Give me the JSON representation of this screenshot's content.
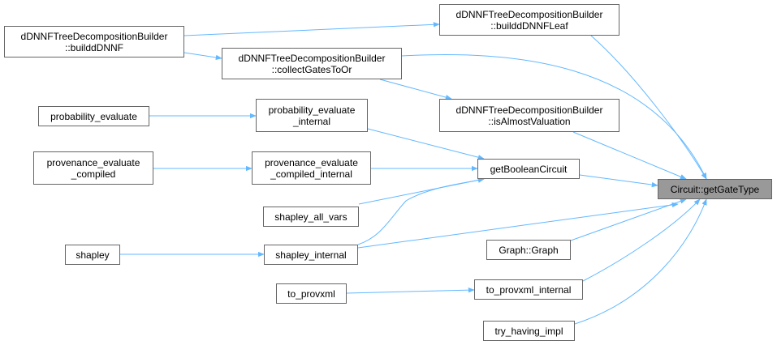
{
  "graph": {
    "type": "caller graph",
    "edge_color": "#63b8ff",
    "node_border_color": "#666666",
    "root_fill_color": "#999999",
    "nodes": {
      "root": {
        "lines": [
          "Circuit::getGateType"
        ]
      },
      "buildDNNFLeaf": {
        "lines": [
          "dDNNFTreeDecompositionBuilder",
          "::builddDNNFLeaf"
        ]
      },
      "buildDNNF": {
        "lines": [
          "dDNNFTreeDecompositionBuilder",
          "::builddDNNF"
        ]
      },
      "collectGatesToOr": {
        "lines": [
          "dDNNFTreeDecompositionBuilder",
          "::collectGatesToOr"
        ]
      },
      "isAlmostValuation": {
        "lines": [
          "dDNNFTreeDecompositionBuilder",
          "::isAlmostValuation"
        ]
      },
      "probability_evaluate": {
        "lines": [
          "probability_evaluate"
        ]
      },
      "probability_evaluate_internal": {
        "lines": [
          "probability_evaluate",
          "_internal"
        ]
      },
      "provenance_evaluate_compiled": {
        "lines": [
          "provenance_evaluate",
          "_compiled"
        ]
      },
      "provenance_evaluate_compiled_internal": {
        "lines": [
          "provenance_evaluate",
          "_compiled_internal"
        ]
      },
      "getBooleanCircuit": {
        "lines": [
          "getBooleanCircuit"
        ]
      },
      "shapley_all_vars": {
        "lines": [
          "shapley_all_vars"
        ]
      },
      "shapley": {
        "lines": [
          "shapley"
        ]
      },
      "shapley_internal": {
        "lines": [
          "shapley_internal"
        ]
      },
      "graph_graph": {
        "lines": [
          "Graph::Graph"
        ]
      },
      "to_provxml": {
        "lines": [
          "to_provxml"
        ]
      },
      "to_provxml_internal": {
        "lines": [
          "to_provxml_internal"
        ]
      },
      "try_having_impl": {
        "lines": [
          "try_having_impl"
        ]
      }
    },
    "edges": [
      [
        "buildDNNF",
        "buildDNNFLeaf"
      ],
      [
        "buildDNNF",
        "collectGatesToOr"
      ],
      [
        "collectGatesToOr",
        "isAlmostValuation"
      ],
      [
        "probability_evaluate",
        "probability_evaluate_internal"
      ],
      [
        "probability_evaluate_internal",
        "getBooleanCircuit"
      ],
      [
        "provenance_evaluate_compiled",
        "provenance_evaluate_compiled_internal"
      ],
      [
        "provenance_evaluate_compiled_internal",
        "getBooleanCircuit"
      ],
      [
        "shapley_all_vars",
        "getBooleanCircuit"
      ],
      [
        "shapley",
        "shapley_internal"
      ],
      [
        "shapley_internal",
        "getBooleanCircuit"
      ],
      [
        "to_provxml",
        "to_provxml_internal"
      ],
      [
        "buildDNNFLeaf",
        "root"
      ],
      [
        "collectGatesToOr",
        "root"
      ],
      [
        "isAlmostValuation",
        "root"
      ],
      [
        "getBooleanCircuit",
        "root"
      ],
      [
        "shapley_internal",
        "root"
      ],
      [
        "graph_graph",
        "root"
      ],
      [
        "to_provxml_internal",
        "root"
      ],
      [
        "try_having_impl",
        "root"
      ]
    ]
  }
}
